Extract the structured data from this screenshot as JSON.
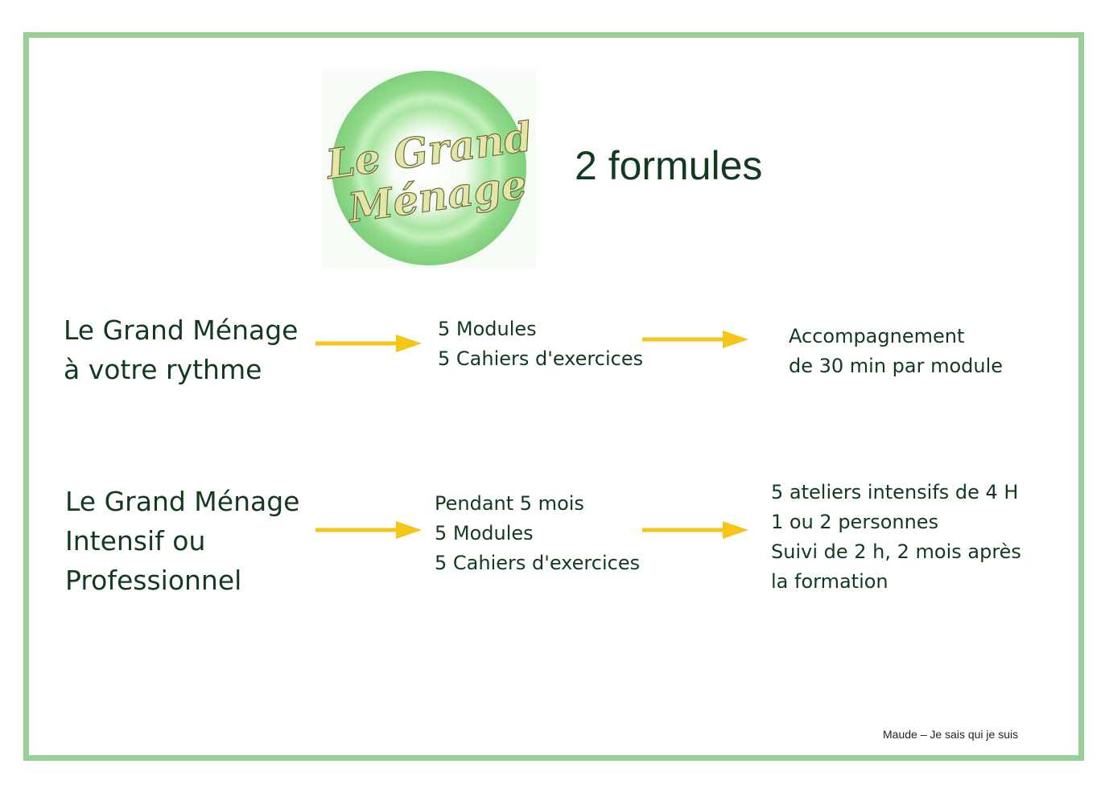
{
  "logo": {
    "line1": "Le Grand",
    "line2": "Ménage",
    "colors": {
      "outer": "#8dd68d",
      "middle": "#b9e9b4",
      "inner": "#ffffff",
      "text": "#e3e6a6"
    }
  },
  "title": "2 formules",
  "rows": [
    {
      "title_lines": [
        "Le Grand Ménage",
        "à votre rythme"
      ],
      "middle_lines": [
        "5 Modules",
        "5 Cahiers d'exercices"
      ],
      "right_lines": [
        "Accompagnement",
        "de 30 min par module"
      ]
    },
    {
      "title_lines": [
        "Le Grand Ménage",
        "Intensif ou",
        "Professionnel"
      ],
      "middle_lines": [
        "Pendant 5 mois",
        "5 Modules",
        "5 Cahiers d'exercices"
      ],
      "right_lines": [
        "5 ateliers intensifs de 4 H",
        "1 ou 2 personnes",
        "Suivi de 2 h, 2 mois après",
        "la formation"
      ]
    }
  ],
  "footer": "Maude – Je sais qui je suis",
  "colors": {
    "frame": "#97cf97",
    "arrow": "#f5c518",
    "text": "#123a1e"
  }
}
